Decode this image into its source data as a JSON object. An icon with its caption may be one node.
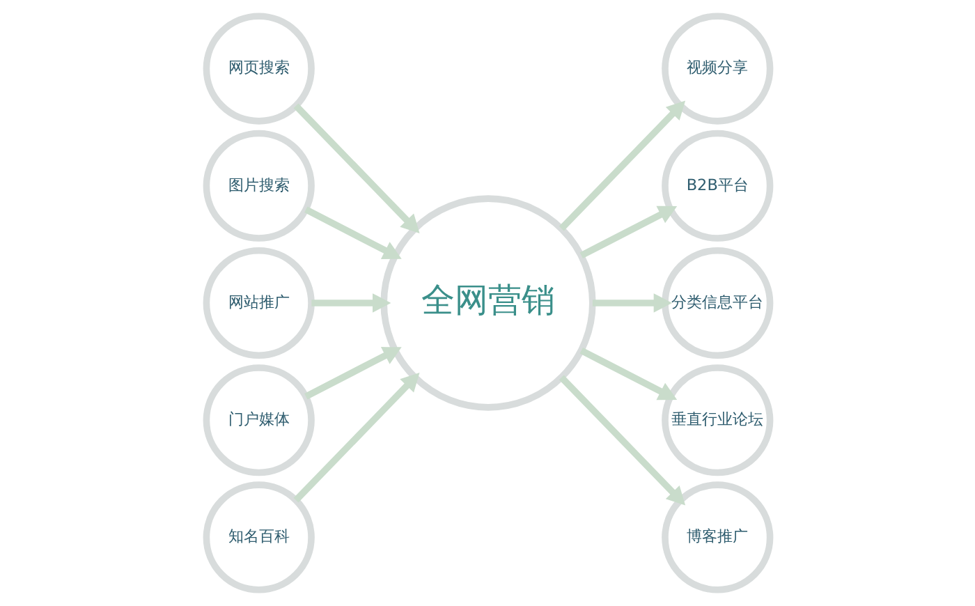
{
  "diagram": {
    "nodes": [
      {
        "text": [
          "网页搜索"
        ]
      },
      {
        "text": [
          "图片搜索"
        ]
      },
      {
        "text": [
          "网站推广"
        ]
      },
      {
        "text": [
          "门户媒体"
        ]
      },
      {
        "text": [
          "知名百科"
        ]
      },
      {
        "text": [
          "全网营销"
        ]
      },
      {
        "text": [
          "视频分享"
        ]
      },
      {
        "text": [
          "B2B平台"
        ]
      },
      {
        "text": [
          "分类信息平台"
        ]
      },
      {
        "text": [
          "垂直行业论坛"
        ]
      },
      {
        "text": [
          "博客推广"
        ]
      }
    ],
    "edges": [
      {
        "from": 0,
        "to": 5,
        "arrow": "to"
      },
      {
        "from": 1,
        "to": 5,
        "arrow": "to"
      },
      {
        "from": 2,
        "to": 5,
        "arrow": "to"
      },
      {
        "from": 3,
        "to": 5,
        "arrow": "to"
      },
      {
        "from": 4,
        "to": 5,
        "arrow": "to"
      },
      {
        "from": 5,
        "to": 6,
        "arrow": "to"
      },
      {
        "from": 5,
        "to": 7,
        "arrow": "to"
      },
      {
        "from": 5,
        "to": 8,
        "arrow": "to"
      },
      {
        "from": 5,
        "to": 9,
        "arrow": "to"
      },
      {
        "from": 5,
        "to": 10,
        "arrow": "to"
      }
    ]
  }
}
